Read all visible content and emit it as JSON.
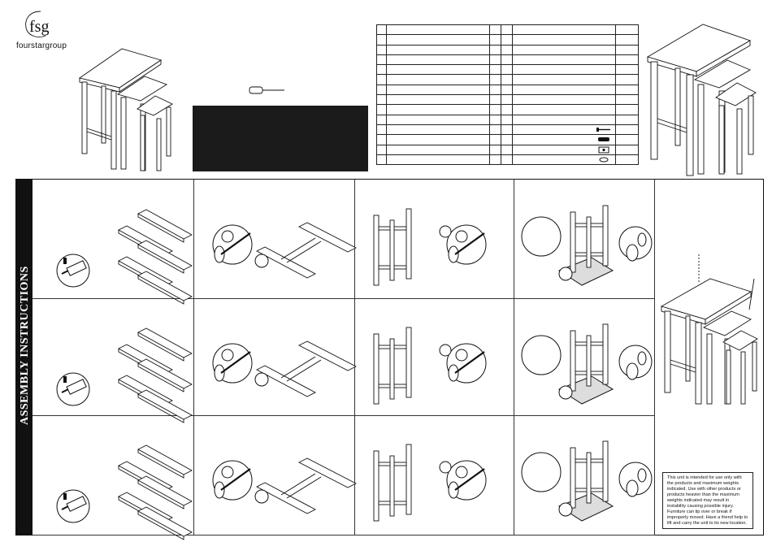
{
  "brand": {
    "logo_mark": "fsg",
    "name": "fourstargroup"
  },
  "sidebar": {
    "title": "ASSEMBLY INSTRUCTIONS"
  },
  "warning": {
    "text": "This unit is intended for use only with the products and maximum weights indicated. Use with other products or products heavier than the maximum weights indicated may result in instability causing possible injury. Furniture can tip over or break if improperly moved. Have a friend help to lift and carry the unit to its new location."
  },
  "parts_table": {
    "rows": 14,
    "hardware_icons": [
      "screw-icon",
      "dowel-icon",
      "bracket-icon",
      "washer-icon"
    ]
  },
  "tool": {
    "icon": "screwdriver-icon"
  },
  "steps": {
    "rows": 3,
    "columns": 4
  }
}
